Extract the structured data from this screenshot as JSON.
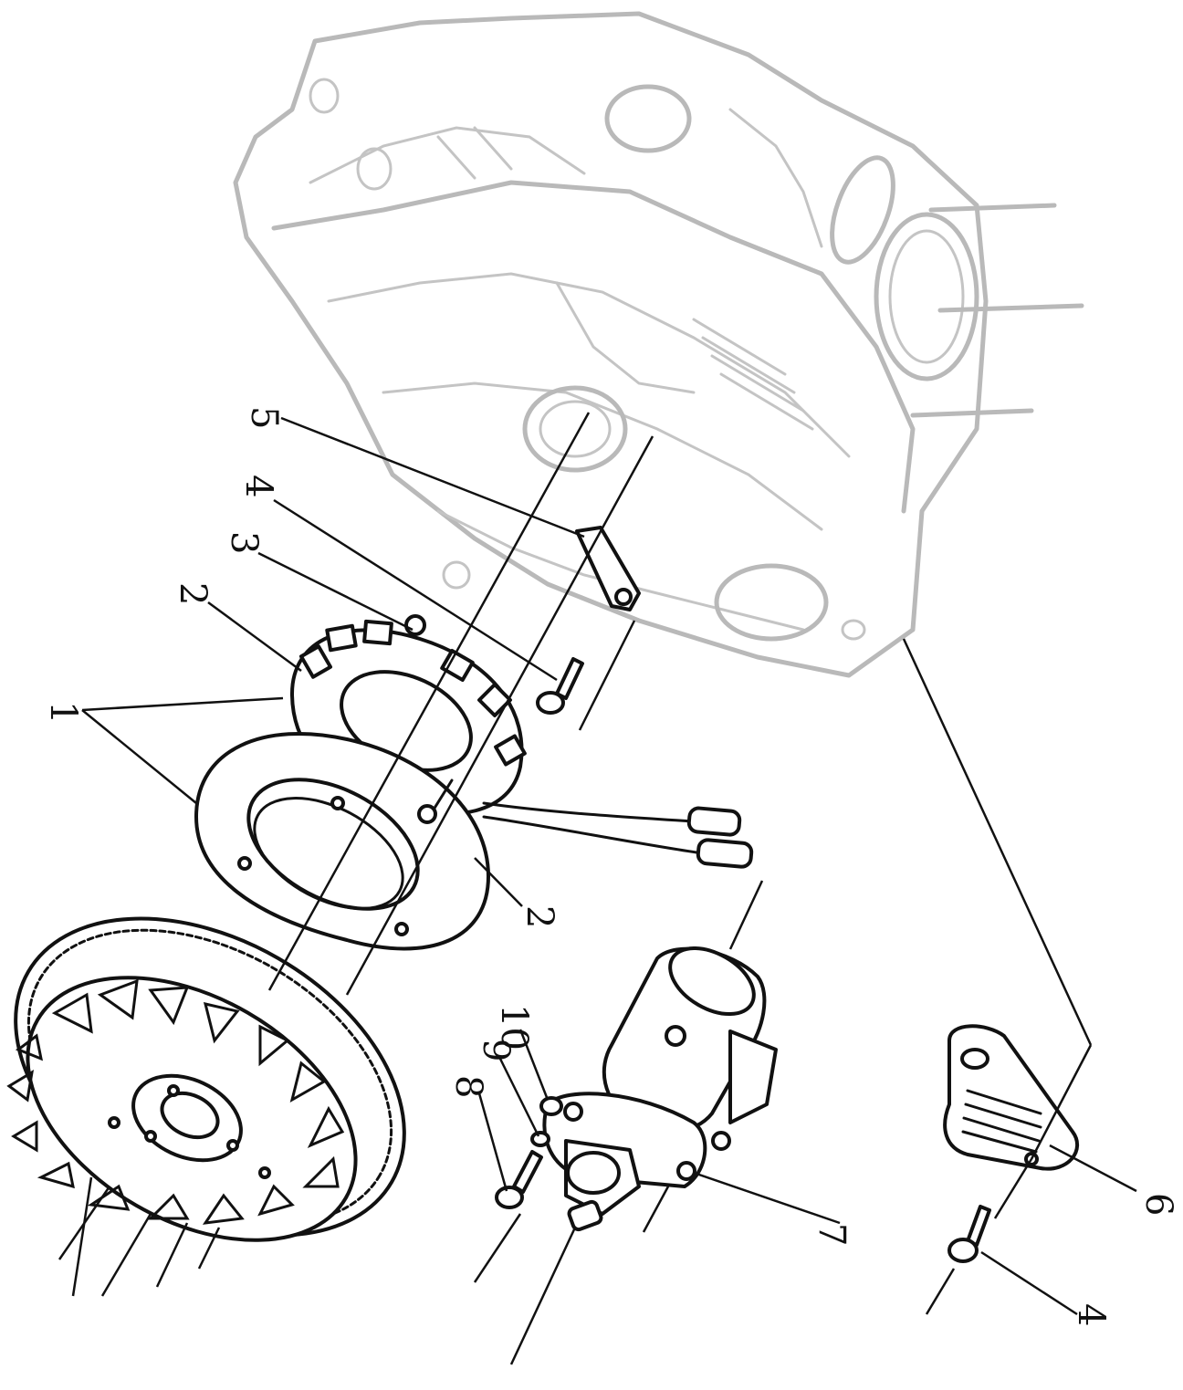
{
  "callouts": {
    "c1": "1",
    "c2a": "2",
    "c2b": "2",
    "c3": "3",
    "c4a": "4",
    "c4b": "4",
    "c5": "5",
    "c6": "6",
    "c7": "7",
    "c8": "8",
    "c9": "9",
    "c10": "10"
  },
  "colors": {
    "ink": "#111111",
    "ghost_housing": "#b9b9b9",
    "background": "#ffffff"
  }
}
